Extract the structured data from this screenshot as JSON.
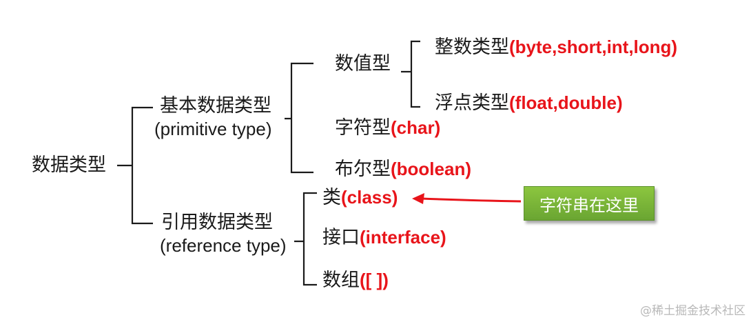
{
  "root": {
    "label": "数据类型"
  },
  "primitive": {
    "label_zh": "基本数据类型",
    "label_en": "(primitive type)"
  },
  "reference": {
    "label_zh": "引用数据类型",
    "label_en": "(reference type)"
  },
  "numeric": {
    "label": "数值型"
  },
  "integer": {
    "label_zh": "整数类型",
    "label_en": "(byte,short,int,long)"
  },
  "float": {
    "label_zh": "浮点类型",
    "label_en": "(float,double)"
  },
  "char": {
    "label_zh": "字符型",
    "label_en": "(char)"
  },
  "boolean": {
    "label_zh": "布尔型",
    "label_en": "(boolean)"
  },
  "class": {
    "label_zh": "类",
    "label_en": "(class)"
  },
  "interface": {
    "label_zh": "接口",
    "label_en": "(interface)"
  },
  "array": {
    "label_zh": "数组",
    "label_en": "([ ])"
  },
  "callout": {
    "label": "字符串在这里"
  },
  "watermark": {
    "text": "@稀土掘金技术社区"
  },
  "colors": {
    "highlight": "#e8141a",
    "callout_bg": "#7ab83a",
    "line": "#1a1a1a"
  }
}
